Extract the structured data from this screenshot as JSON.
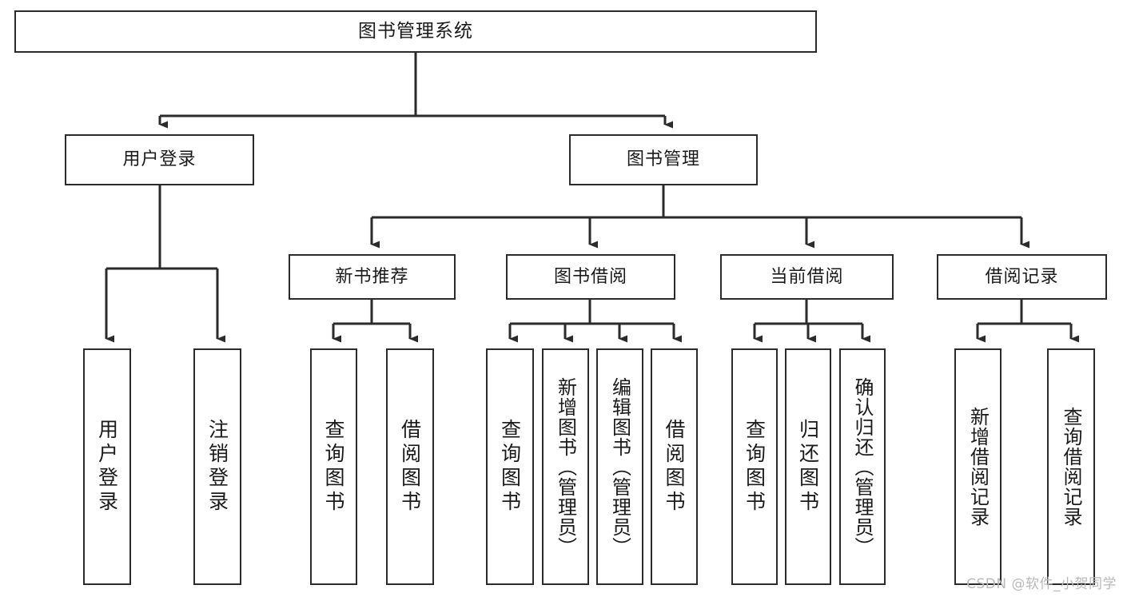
{
  "diagram": {
    "title": "图书管理系统",
    "type": "tree-hierarchy",
    "colors": {
      "box_border": "#2b2b2b",
      "box_fill": "#ffffff",
      "connector": "#2b2b2b",
      "text": "#1a1a1a",
      "watermark": "#b9b9b9"
    },
    "levels": {
      "root": {
        "label": "图书管理系统"
      },
      "modules": [
        {
          "label": "用户登录"
        },
        {
          "label": "图书管理"
        }
      ],
      "submodules": [
        {
          "label": "新书推荐"
        },
        {
          "label": "图书借阅"
        },
        {
          "label": "当前借阅"
        },
        {
          "label": "借阅记录"
        }
      ],
      "leaves": [
        {
          "label": "用户登录"
        },
        {
          "label": "注销登录"
        },
        {
          "label": "查询图书"
        },
        {
          "label": "借阅图书"
        },
        {
          "label": "查询图书"
        },
        {
          "label": "新增图书（管理员）"
        },
        {
          "label": "编辑图书（管理员）"
        },
        {
          "label": "借阅图书"
        },
        {
          "label": "查询图书"
        },
        {
          "label": "归还图书"
        },
        {
          "label": "确认归还（管理员）"
        },
        {
          "label": "新增借阅记录"
        },
        {
          "label": "查询借阅记录"
        }
      ]
    }
  },
  "watermark": {
    "text": "CSDN @软件_小贺同学"
  }
}
